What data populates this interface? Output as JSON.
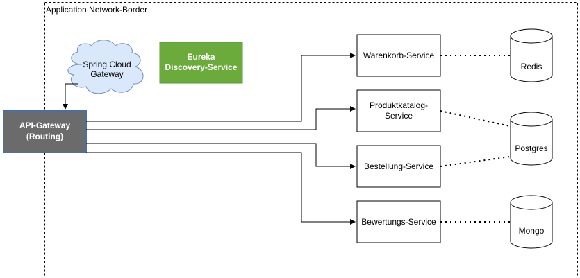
{
  "border": {
    "label": "Application Network-Border"
  },
  "cloud": {
    "line1": "Spring Cloud",
    "line2": "Gateway"
  },
  "eureka": {
    "line1": "Eureka",
    "line2": "Discovery-Service",
    "fill": "#6aab3c"
  },
  "gateway": {
    "line1": "API-Gateway",
    "line2": "(Routing)",
    "fill": "#6b6b6b",
    "stroke": "#4a6fa5"
  },
  "services": {
    "warenkorb": "Warenkorb-Service",
    "produktkatalog_line1": "Produktkatalog-",
    "produktkatalog_line2": "Service",
    "bestellung": "Bestellung-Service",
    "bewertungs": "Bewertungs-Service"
  },
  "databases": {
    "redis": "Redis",
    "postgres": "Postgres",
    "mongo": "Mongo"
  },
  "colors": {
    "cloud_fill": "#dae8fc",
    "cloud_stroke": "#6c8ebf"
  }
}
